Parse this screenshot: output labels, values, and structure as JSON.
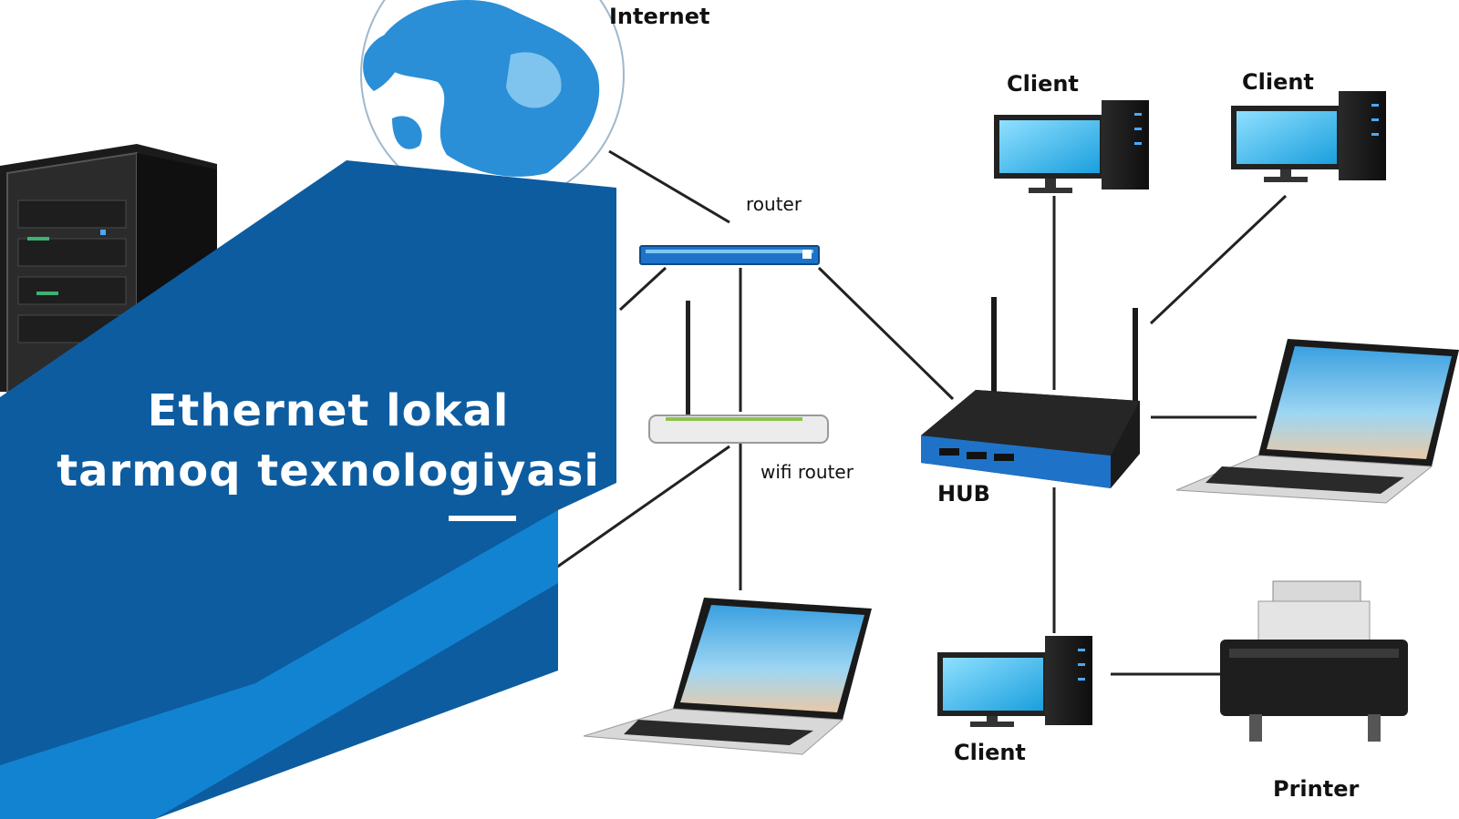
{
  "title": {
    "line1": "Ethernet lokal",
    "line2": "tarmoq texnologiyasi"
  },
  "labels": {
    "internet": "Internet",
    "router": "router",
    "wifi_router": "wifi router",
    "hub": "HUB",
    "client_top_left": "Client",
    "client_top_right": "Client",
    "client_bottom": "Client",
    "printer": "Printer"
  },
  "colors": {
    "banner_dark": "#0d5ca0",
    "banner_light": "#1387d6",
    "globe": "#2a8fd6",
    "screen": "#3fb6ea",
    "device_dark": "#1c1c1c",
    "hub_blue": "#1e73c8"
  },
  "icons": [
    "globe-icon",
    "server-rack-icon",
    "router-icon",
    "wifi-router-icon",
    "hub-icon",
    "desktop-computer-icon",
    "laptop-icon",
    "printer-icon"
  ]
}
